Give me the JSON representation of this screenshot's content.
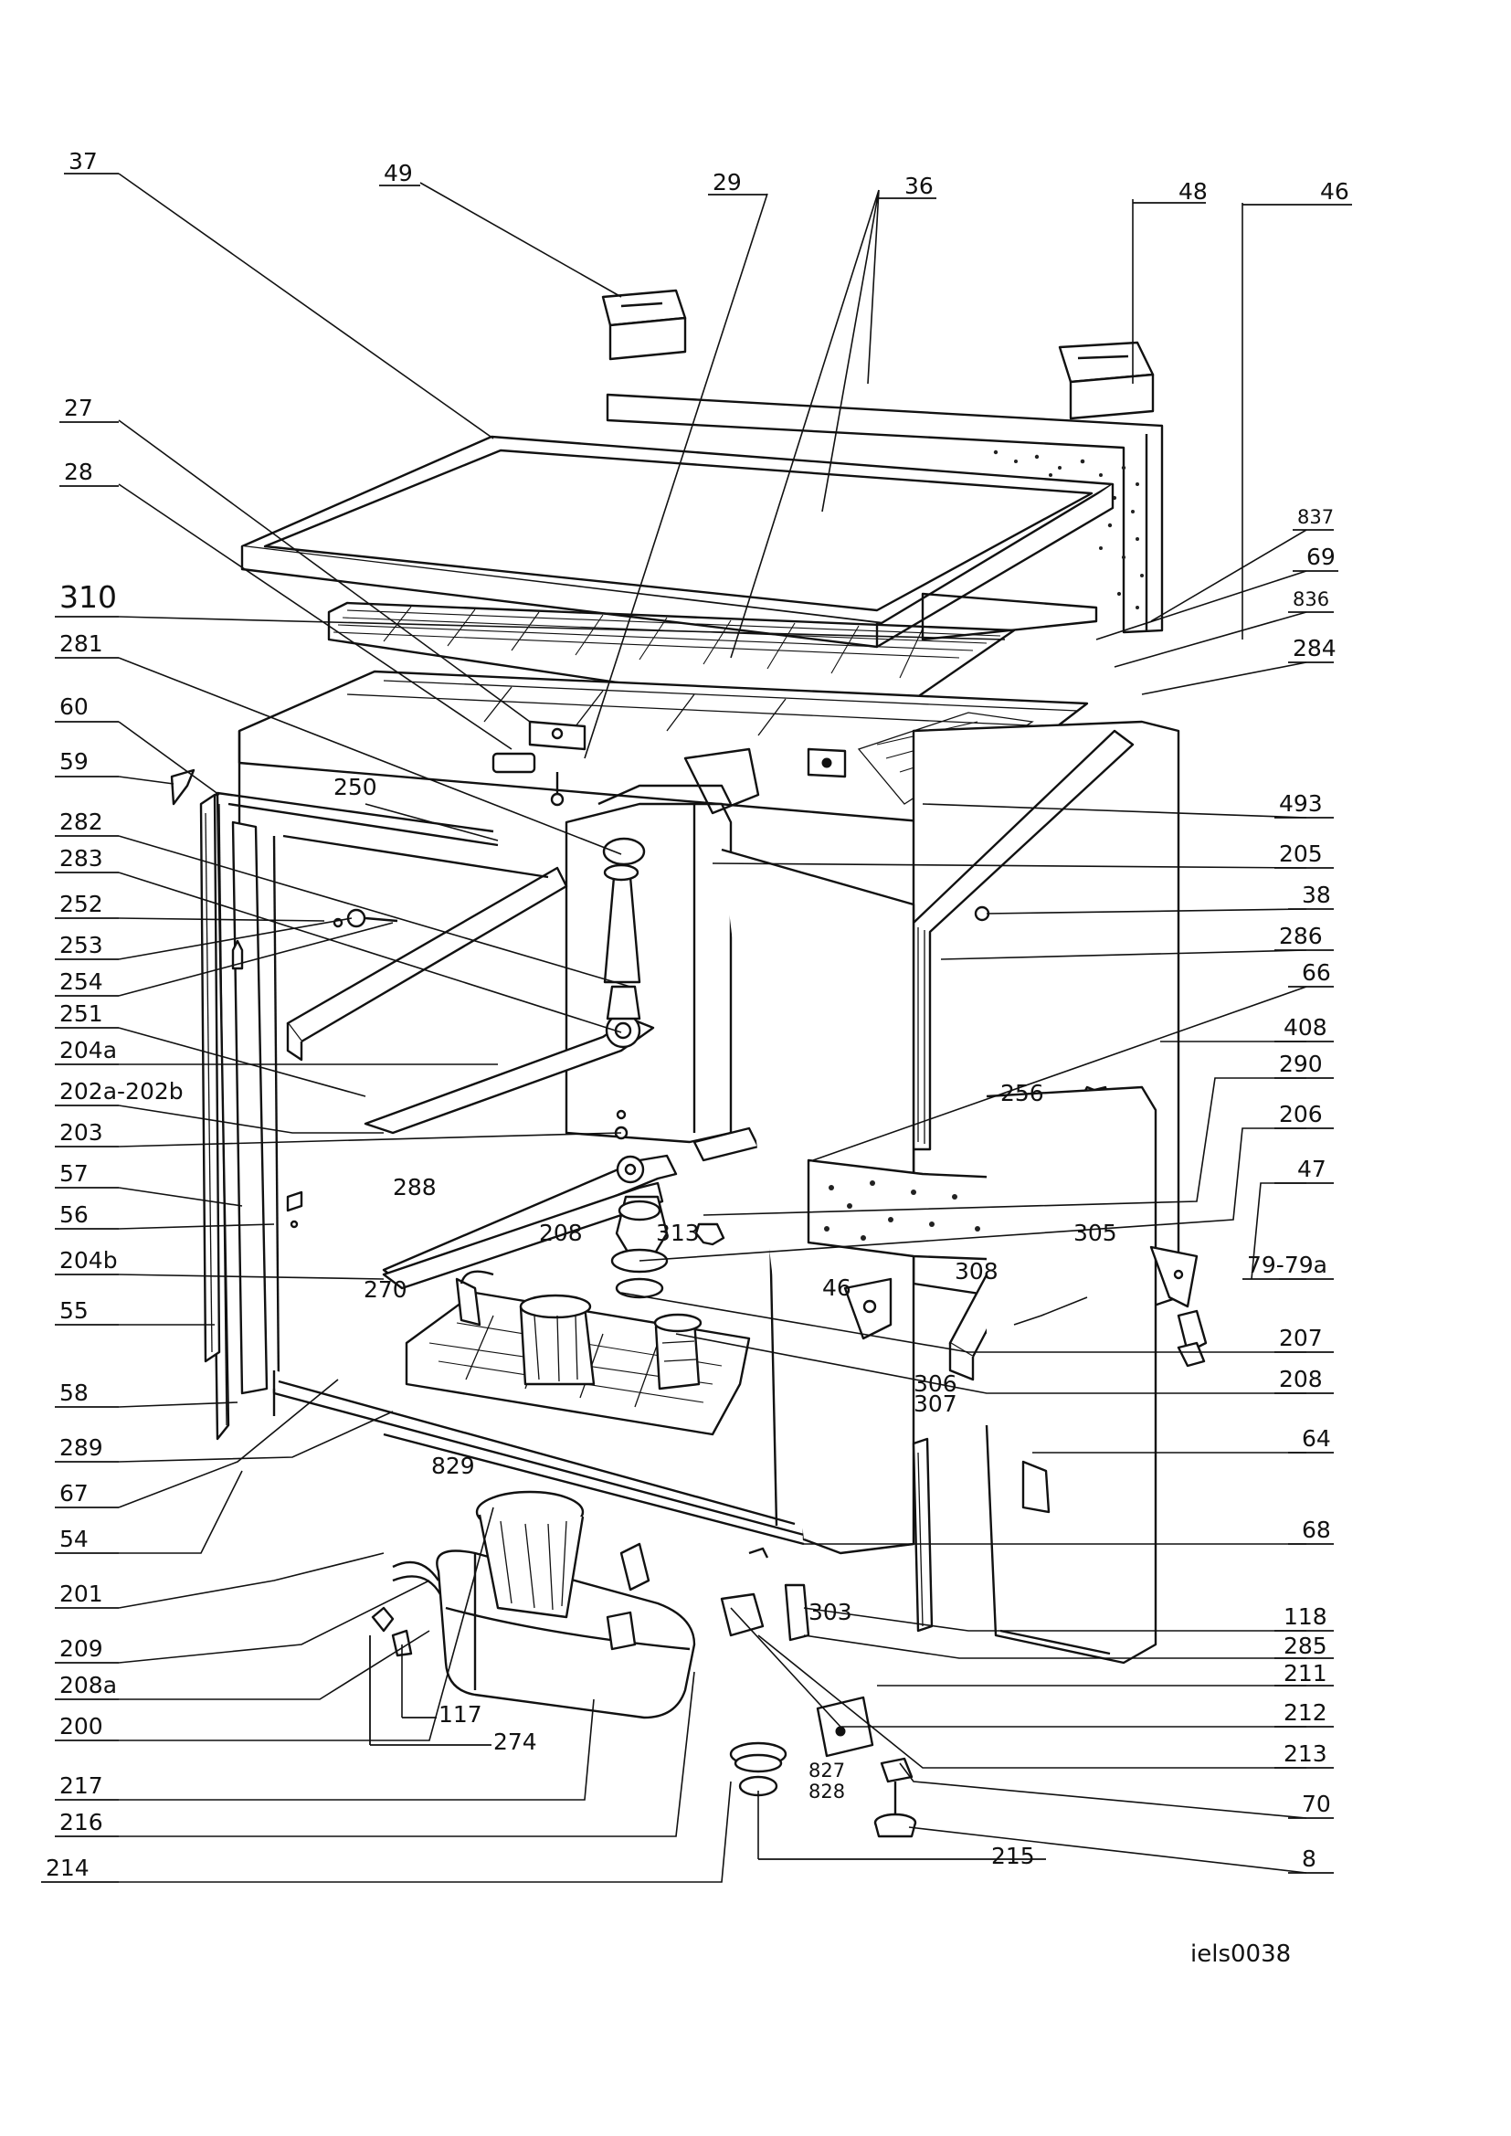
{
  "diagram_labels": [
    "37",
    "49",
    "29",
    "36",
    "48",
    "46",
    "27",
    "28",
    "310",
    "281",
    "60",
    "59",
    "250",
    "282",
    "283",
    "252",
    "253",
    "254",
    "251",
    "204a",
    "202a-202b",
    "203",
    "57",
    "56",
    "204b",
    "55",
    "58",
    "289",
    "67",
    "54",
    "201",
    "209",
    "208a",
    "200",
    "217",
    "216",
    "214",
    "837",
    "69",
    "836",
    "284",
    "493",
    "205",
    "38",
    "286",
    "66",
    "408",
    "256",
    "290",
    "206",
    "47",
    "305",
    "79-79a",
    "207",
    "208",
    "308",
    "46",
    "313",
    "288",
    "208",
    "270",
    "306",
    "307",
    "64",
    "68",
    "829",
    "118",
    "285",
    "211",
    "303",
    "212",
    "213",
    "70",
    "8",
    "117",
    "274",
    "827",
    "828",
    "215"
  ],
  "image_code": "iels0038",
  "colors": {
    "ink": "#111111",
    "paper": "#ffffff"
  }
}
